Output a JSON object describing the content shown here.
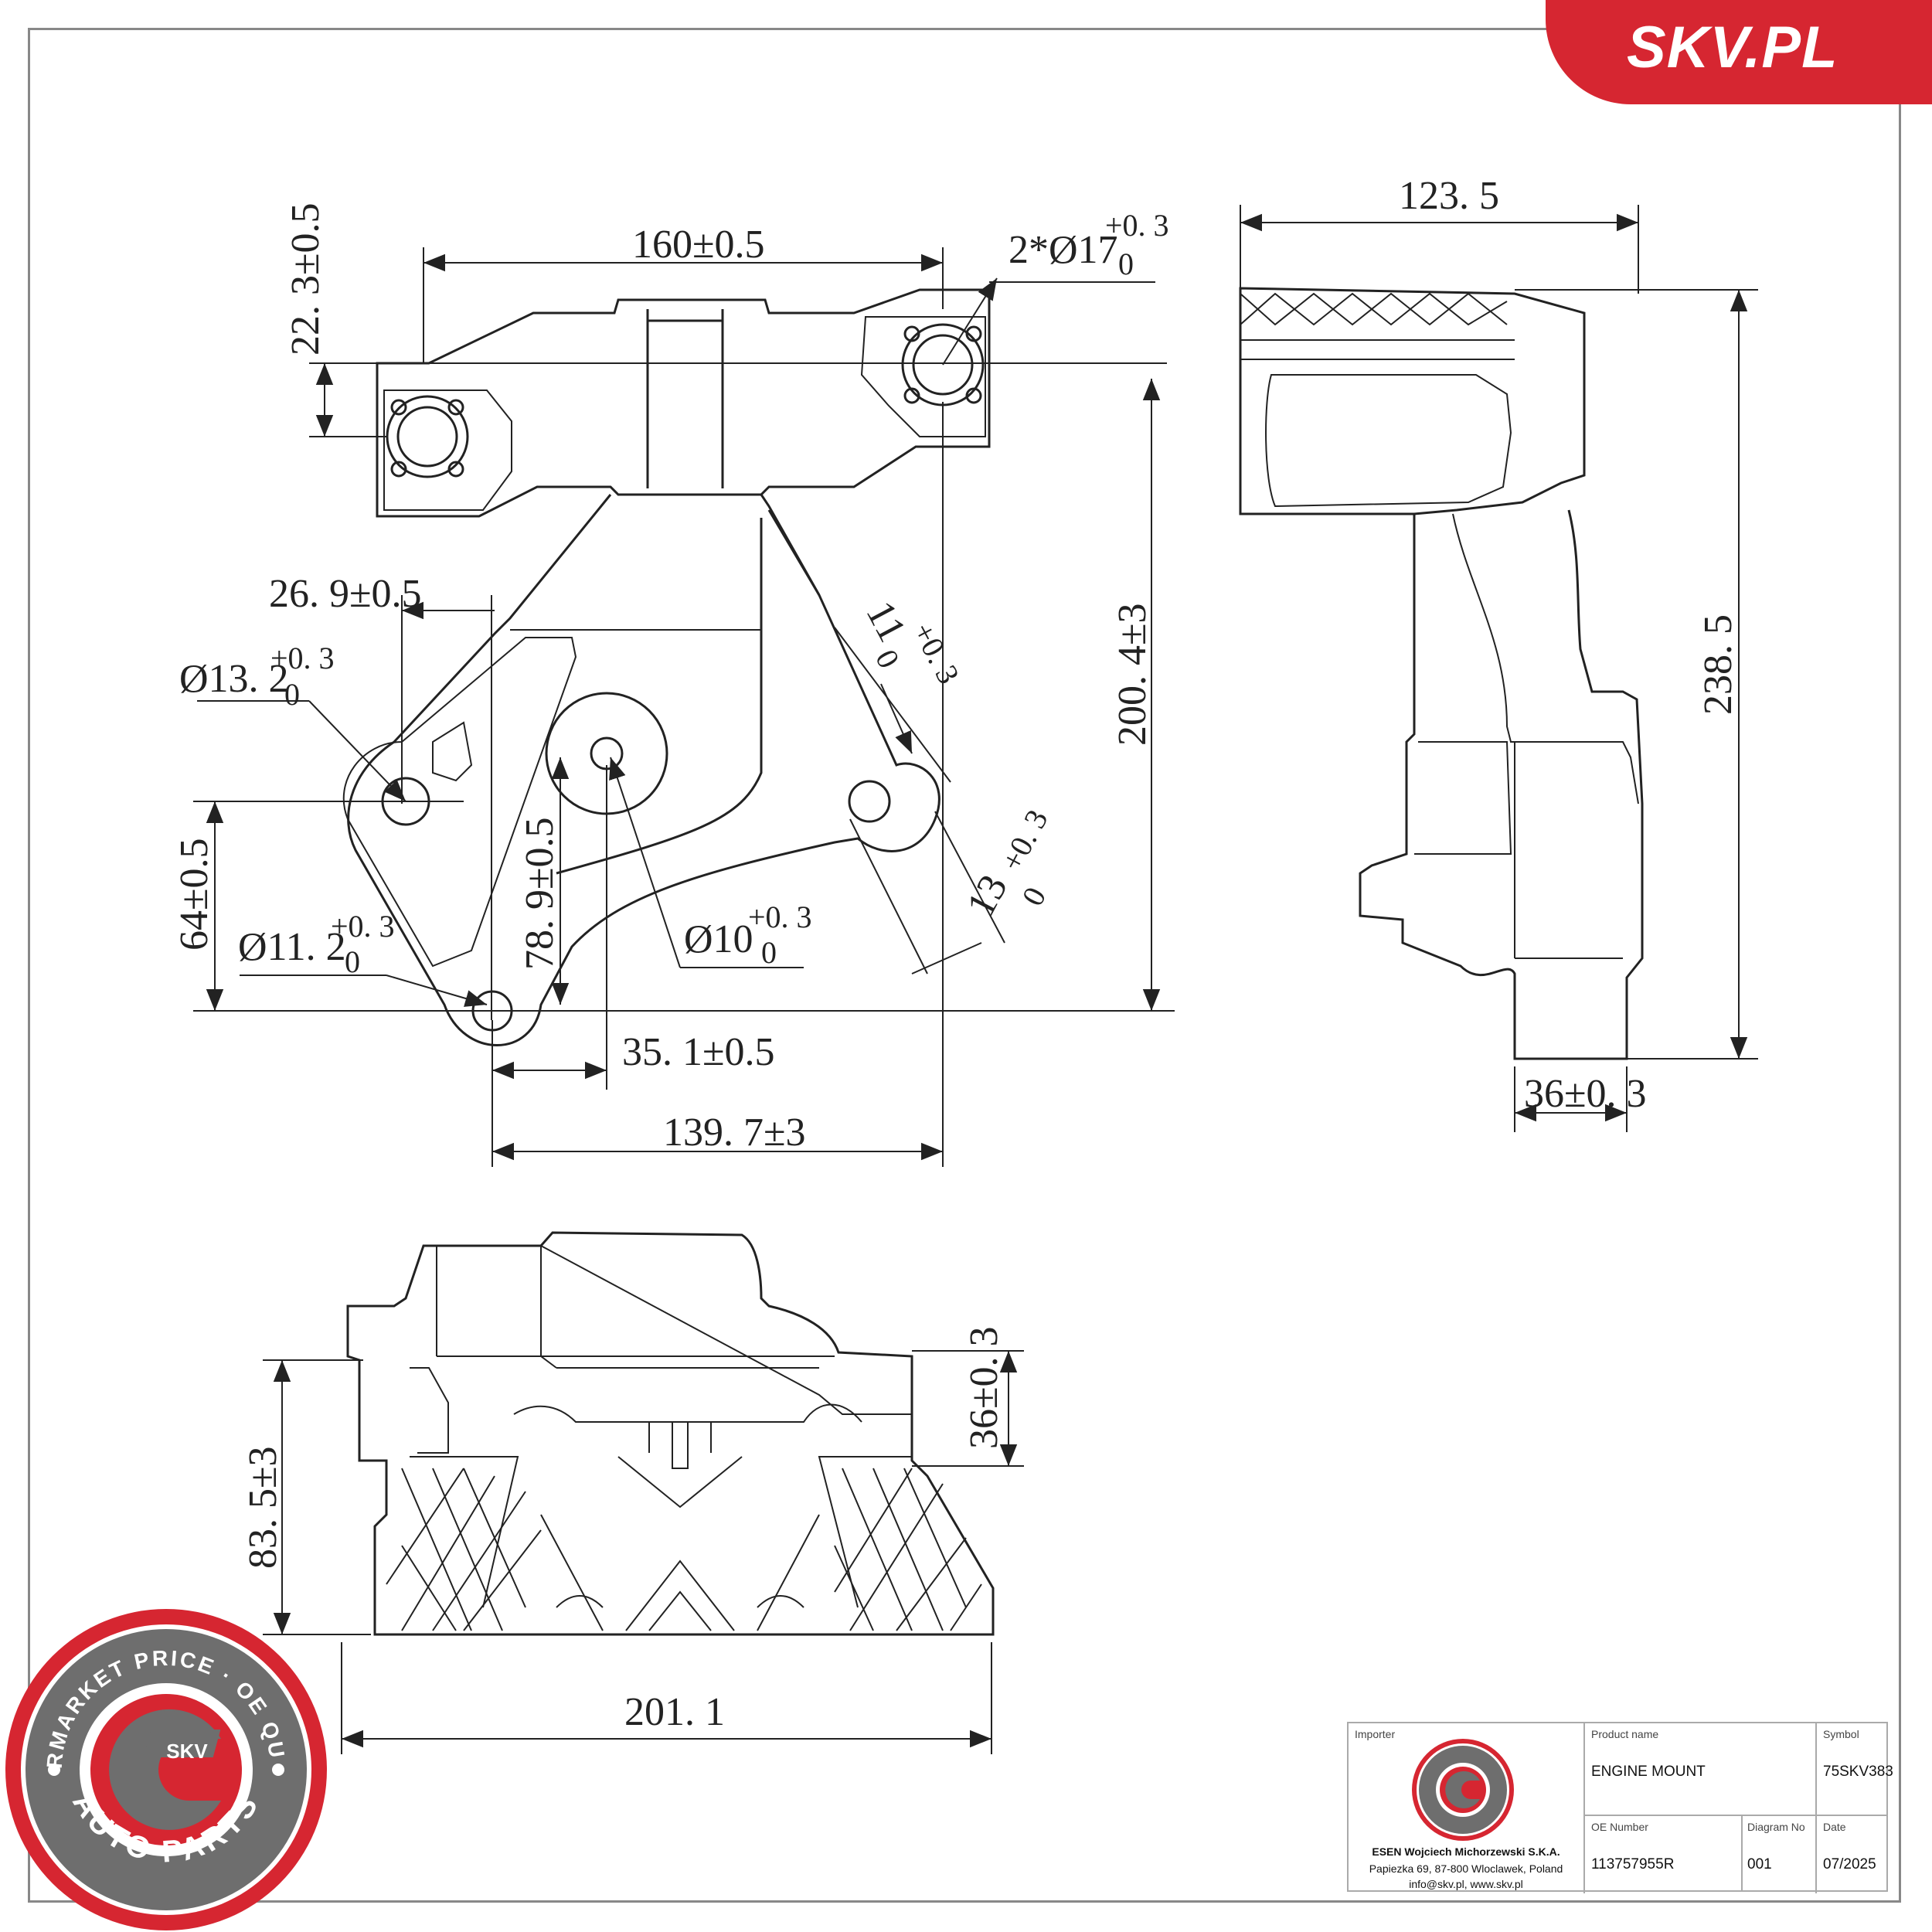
{
  "brand": {
    "name": "SKV.PL"
  },
  "dimensions": {
    "top_width": "160±0.5",
    "offset_left": "22. 3±0.5",
    "bolt_hole": "2*Ø17",
    "bolt_hole_tol_up": "+0. 3",
    "bolt_hole_tol_low": "0",
    "height_total": "200. 4±3",
    "offset_26": "26. 9±0.5",
    "hole_132": "Ø13. 2",
    "hole_132_tol_up": "+0. 3",
    "hole_132_tol_low": "0",
    "slot_11": "11",
    "slot_11_tol_up": "+0. 3",
    "slot_11_tol_low": "0",
    "slot_13": "13",
    "slot_13_tol_up": "+0. 3",
    "slot_13_tol_low": "0",
    "height_64": "64±0.5",
    "hole_112": "Ø11. 2",
    "hole_112_tol_up": "+0. 3",
    "hole_112_tol_low": "0",
    "height_789": "78. 9±0.5",
    "hole_10": "Ø10",
    "hole_10_tol_up": "+0. 3",
    "hole_10_tol_low": "0",
    "offset_351": "35. 1±0.5",
    "width_1397": "139. 7±3",
    "side_width": "123. 5",
    "side_height": "238. 5",
    "side_thickness": "36±0. 3",
    "bottom_height": "83. 5±3",
    "bottom_offset": "36±0. 3",
    "bottom_width": "201. 1"
  },
  "stamp": {
    "top_text": "AFTERMARKET PRICE · OE QUALITY",
    "bottom_text": "AUTO PARTS",
    "center": "SKV"
  },
  "title_block": {
    "importer_label": "Importer",
    "importer_name": "ESEN Wojciech Michorzewski S.K.A.",
    "importer_address": "Papiezka 69, 87-800 Wloclawek, Poland",
    "importer_contact": "info@skv.pl, www.skv.pl",
    "product_label": "Product name",
    "product_value": "ENGINE MOUNT",
    "symbol_label": "Symbol",
    "symbol_value": "75SKV383",
    "oe_label": "OE Number",
    "oe_value": "113757955R",
    "diagram_label": "Diagram No",
    "diagram_value": "001",
    "date_label": "Date",
    "date_value": "07/2025"
  },
  "colors": {
    "accent": "#d62631",
    "stamp_gray": "#6e6e6e"
  }
}
